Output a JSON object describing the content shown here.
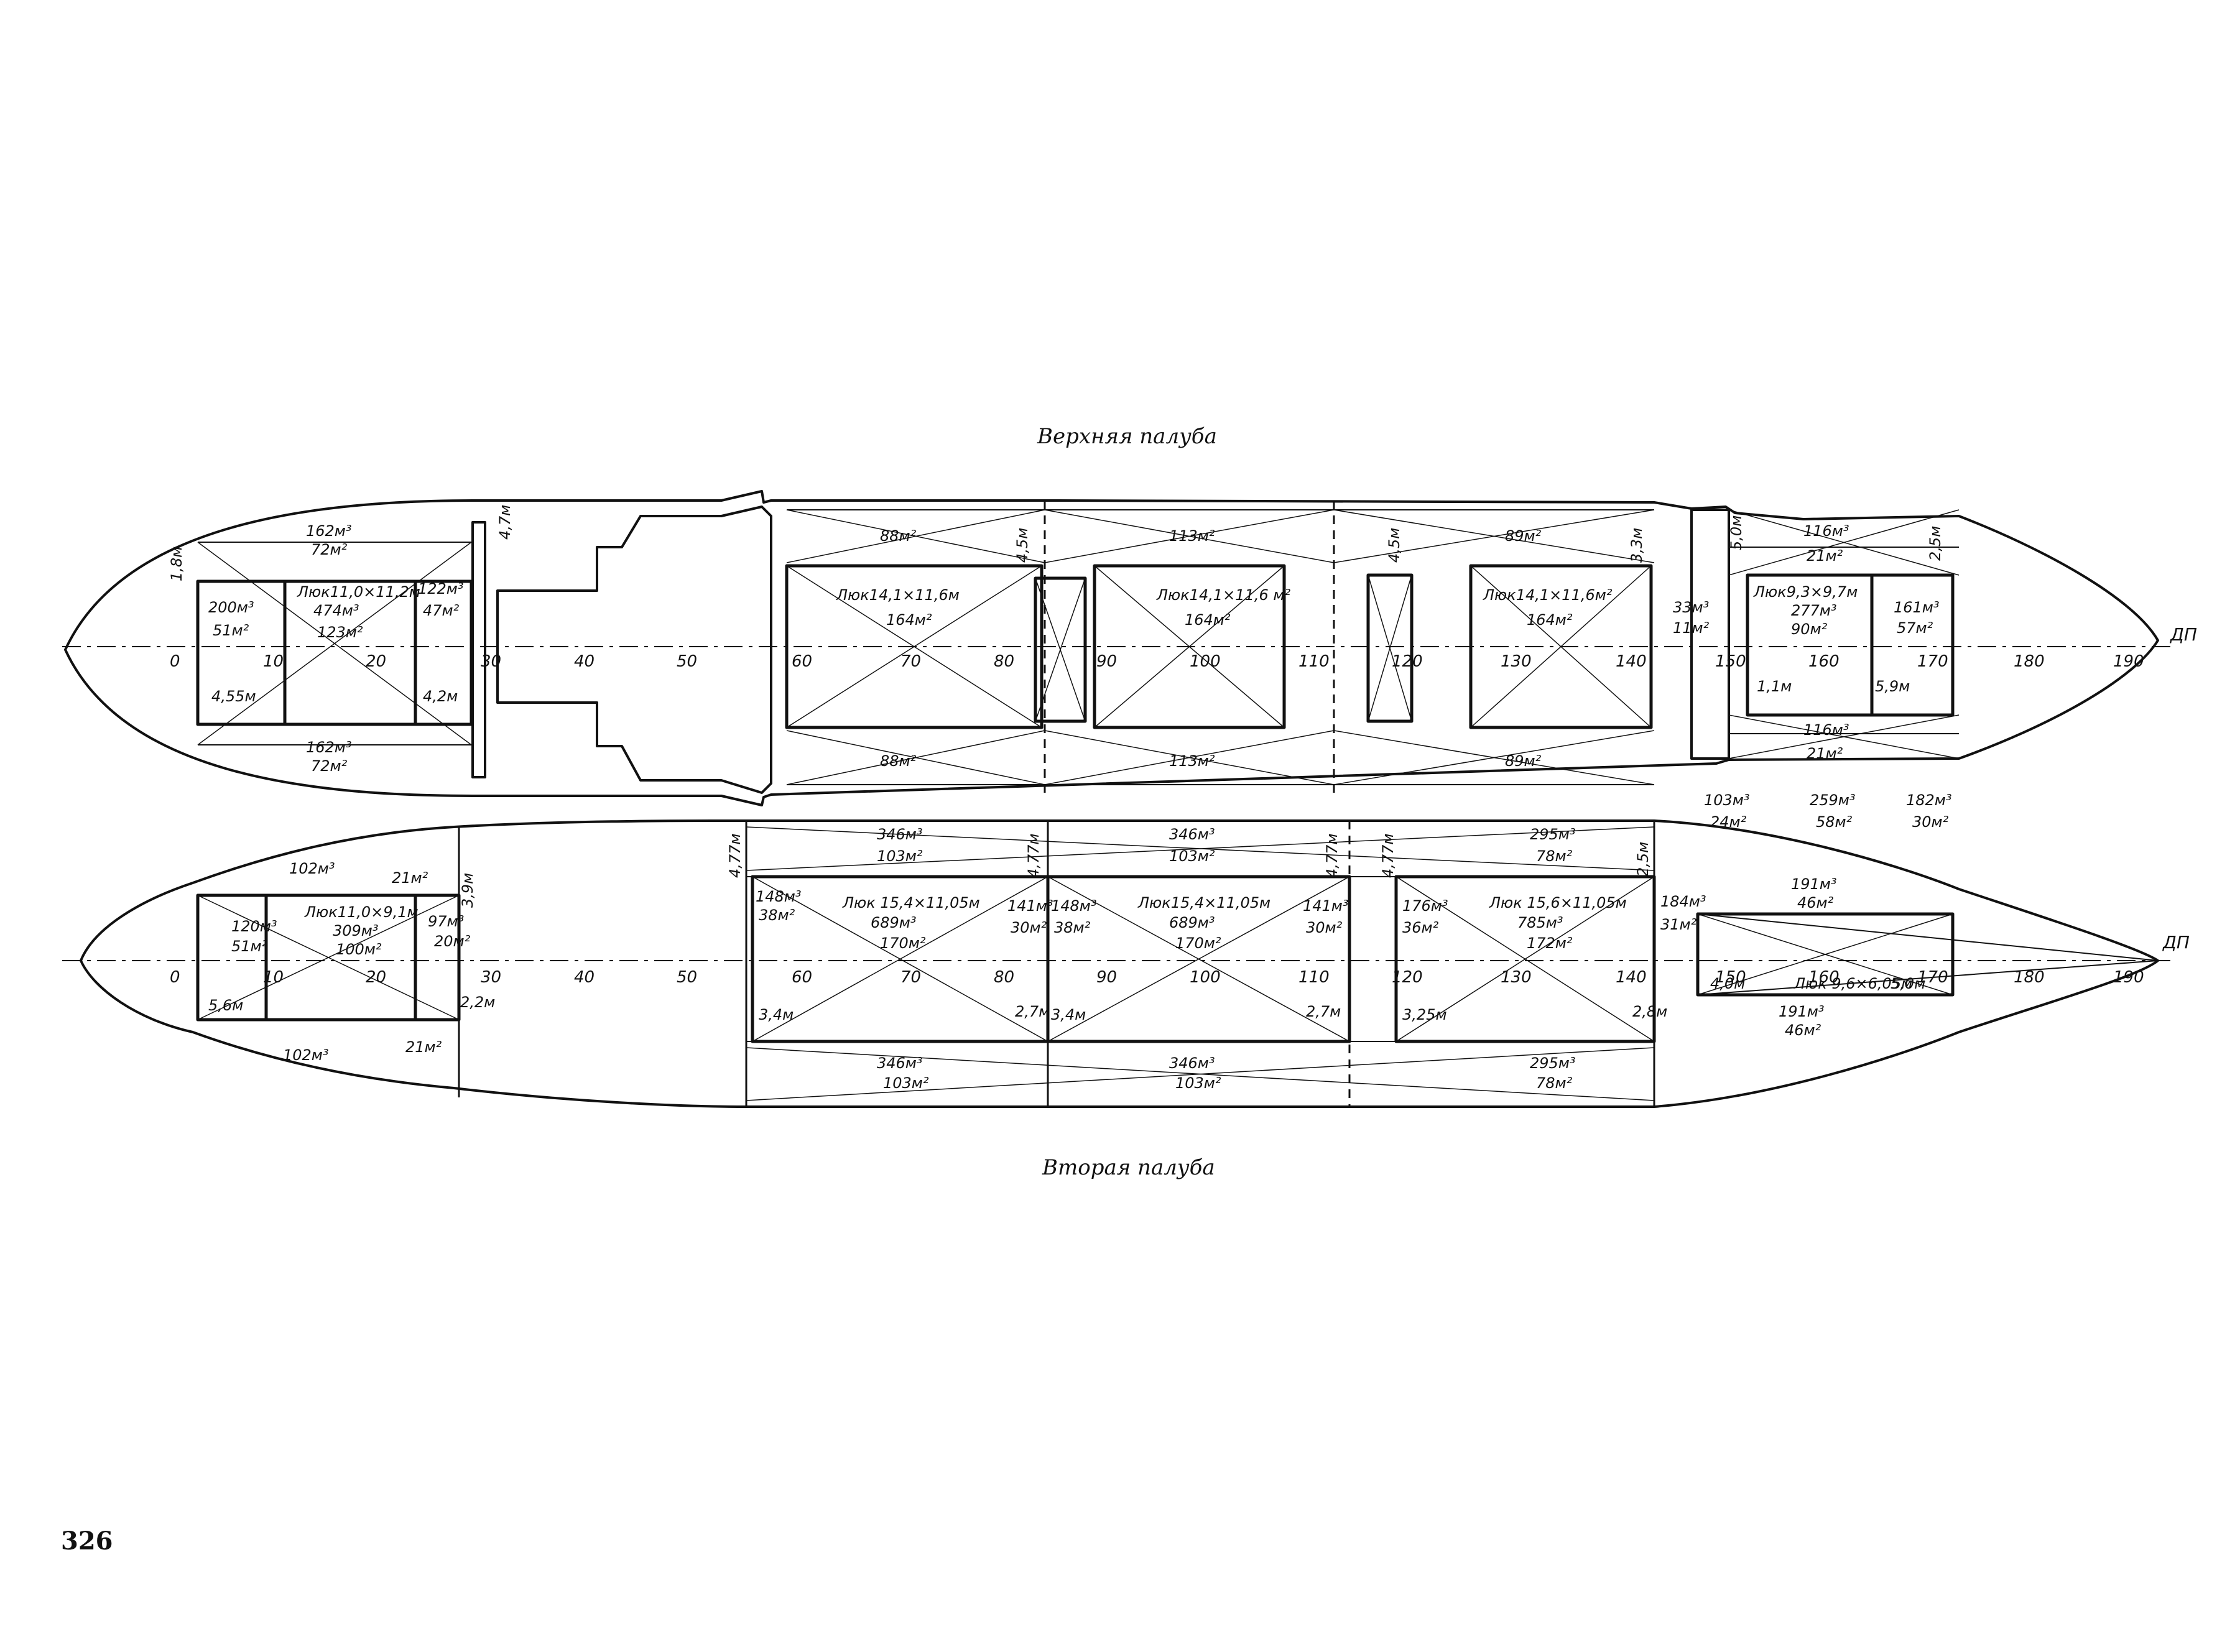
{
  "titles": {
    "upper_deck": "Верхняя палуба",
    "second_deck": "Вторая палуба",
    "page_number": "326",
    "centerline": "ДП"
  },
  "frame_numbers": [
    "0",
    "10",
    "20",
    "30",
    "40",
    "50",
    "60",
    "70",
    "80",
    "90",
    "100",
    "110",
    "120",
    "130",
    "140",
    "150",
    "160",
    "170",
    "180",
    "190"
  ],
  "upper_deck": {
    "labels": [
      "162м³",
      "72м²",
      "1,8м",
      "4,7м",
      "200м³",
      "51м²",
      "Люк11,0×11,2м",
      "474м³",
      "123м²",
      "122м³",
      "47м²",
      "4,55м",
      "4,2м",
      "162м³",
      "72м²",
      "88м²",
      "4,5м",
      "113м²",
      "4,5м",
      "89м²",
      "3,3м",
      "5,0м",
      "Люк14,1×11,6м",
      "164м²",
      "Люк14,1×11,6 м²",
      "164м²",
      "Люк14,1×11,6м²",
      "164м²",
      "88м²",
      "113м²",
      "89м²",
      "116м³",
      "21м²",
      "2,5м",
      "33м³",
      "11м²",
      "Люк9,3×9,7м",
      "277м³",
      "90м²",
      "161м³",
      "57м²",
      "1,1м",
      "5,9м",
      "116м³",
      "21м²"
    ]
  },
  "second_deck": {
    "labels": [
      "102м³",
      "21м²",
      "3,9м",
      "120м³",
      "51м²",
      "Люк11,0×9,1м",
      "309м³",
      "100м²",
      "97м³",
      "20м²",
      "5,6м",
      "2,2м",
      "102м³",
      "21м²",
      "4,77м",
      "346м³",
      "103м²",
      "4,77м",
      "346м³",
      "103м²",
      "4,77м",
      "4,77м",
      "295м³",
      "78м²",
      "2,5м",
      "148м³",
      "38м²",
      "Люк 15,4×11,05м",
      "689м³",
      "170м²",
      "141м³",
      "30м²",
      "148м³",
      "38м²",
      "Люк15,4×11,05м",
      "689м³",
      "170м²",
      "141м³",
      "30м²",
      "176м³",
      "36м²",
      "Люк 15,6×11,05м",
      "785м³",
      "172м²",
      "184м³",
      "31м²",
      "3,4м",
      "2,7м",
      "3,4м",
      "2,7м",
      "3,25м",
      "2,8м",
      "346м³",
      "103м²",
      "346м³",
      "103м²",
      "295м³",
      "78м²",
      "103м³",
      "24м²",
      "259м³",
      "58м²",
      "182м³",
      "30м²",
      "191м³",
      "46м²",
      "4,0м",
      "Люк 9,6×6,05м",
      "5,0м",
      "191м³",
      "46м²"
    ]
  }
}
